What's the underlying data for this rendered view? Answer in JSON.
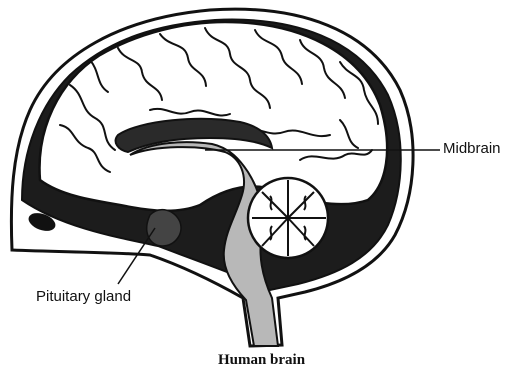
{
  "diagram": {
    "labels": {
      "midbrain": "Midbrain",
      "pituitary": "Pituitary gland"
    },
    "caption": "Human brain"
  }
}
